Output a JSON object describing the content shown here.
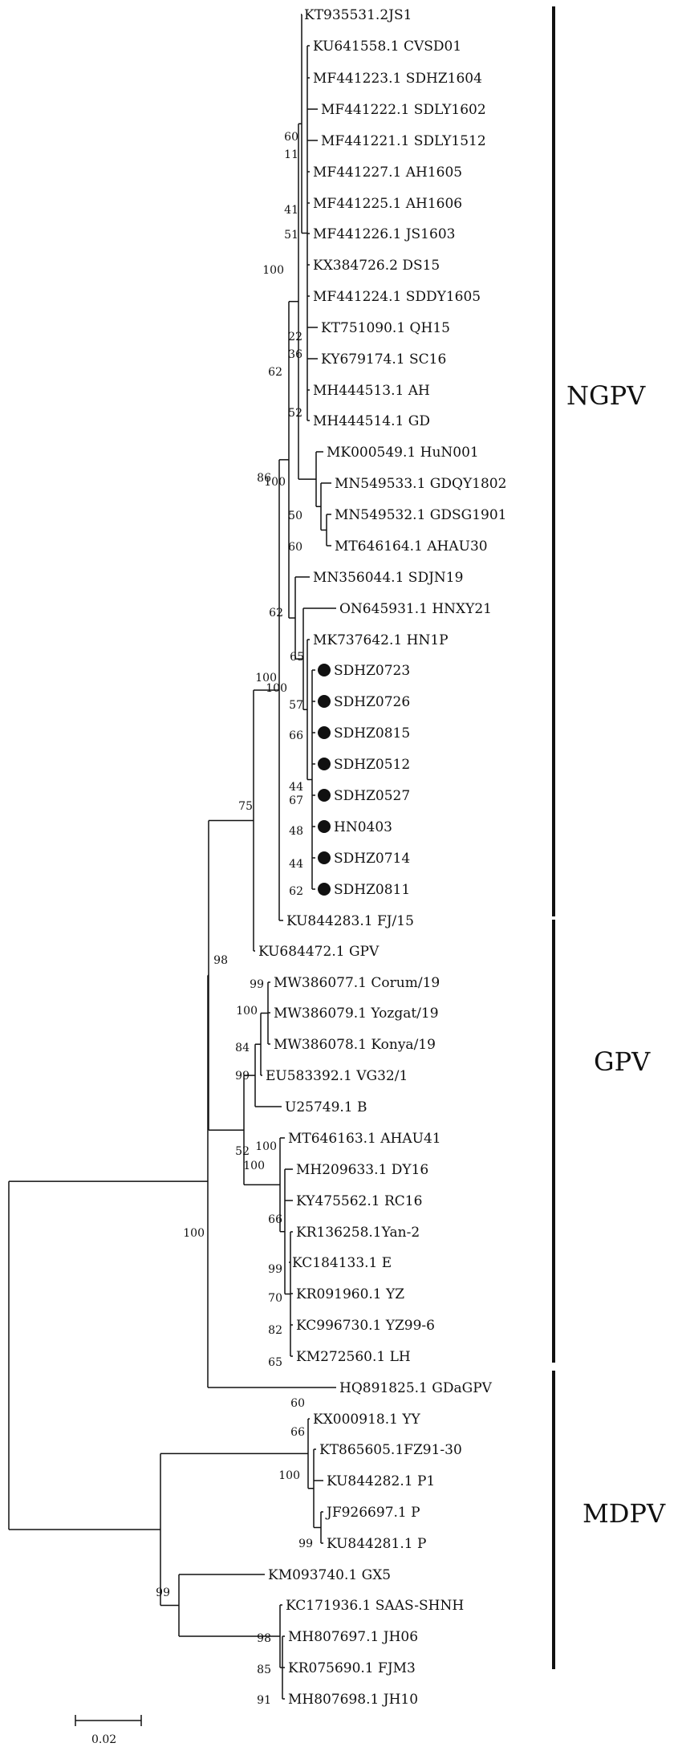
{
  "colors": {
    "ink": "#111111",
    "background": "#ffffff"
  },
  "tree": {
    "taxa": [
      "KT935531.2JS1",
      "KU641558.1 CVSD01",
      "MF441223.1 SDHZ1604",
      "MF441222.1 SDLY1602",
      "MF441221.1 SDLY1512",
      "MF441227.1 AH1605",
      "MF441225.1 AH1606",
      "MF441226.1 JS1603",
      "KX384726.2 DS15",
      "MF441224.1 SDDY1605",
      "KT751090.1 QH15",
      "KY679174.1 SC16",
      "MH444513.1 AH",
      "MH444514.1 GD",
      "MK000549.1 HuN001",
      "MN549533.1 GDQY1802",
      "MN549532.1 GDSG1901",
      "MT646164.1 AHAU30",
      "MN356044.1 SDJN19",
      "ON645931.1 HNXY21",
      "MK737642.1 HN1P",
      "SDHZ0723",
      "SDHZ0726",
      "SDHZ0815",
      "SDHZ0512",
      "SDHZ0527",
      "HN0403",
      "SDHZ0714",
      "SDHZ0811",
      "KU844283.1 FJ/15",
      "KU684472.1 GPV",
      "MW386077.1 Corum/19",
      "MW386079.1 Yozgat/19",
      "MW386078.1 Konya/19",
      "EU583392.1 VG32/1",
      "U25749.1 B",
      "MT646163.1 AHAU41",
      "MH209633.1 DY16",
      "KY475562.1 RC16",
      "KR136258.1Yan-2",
      "KC184133.1 E",
      "KR091960.1 YZ",
      "KC996730.1 YZ99-6",
      "KM272560.1 LH",
      "HQ891825.1 GDaGPV",
      "KX000918.1 YY",
      "KT865605.1FZ91-30",
      "KU844282.1 P1",
      "JF926697.1 P",
      "KU844281.1 P",
      "KM093740.1 GX5",
      "KC171936.1 SAAS-SHNH",
      "MH807697.1 JH06",
      "KR075690.1 FJM3",
      "MH807698.1 JH10"
    ],
    "marked_taxa": [
      "SDHZ0723",
      "SDHZ0726",
      "SDHZ0815",
      "SDHZ0512",
      "SDHZ0527",
      "HN0403",
      "SDHZ0714",
      "SDHZ0811"
    ],
    "bootstrap": [
      "60",
      "11",
      "41",
      "51",
      "100",
      "22",
      "36",
      "62",
      "52",
      "86",
      "100",
      "50",
      "60",
      "62",
      "65",
      "100",
      "57",
      "66",
      "44",
      "67",
      "48",
      "44",
      "62",
      "100",
      "75",
      "98",
      "99",
      "100",
      "84",
      "99",
      "52",
      "100",
      "100",
      "66",
      "99",
      "70",
      "82",
      "65",
      "100",
      "60",
      "66",
      "100",
      "99",
      "99",
      "98",
      "85",
      "91"
    ],
    "clades": [
      "NGPV",
      "GPV",
      "MDPV"
    ],
    "scale_label": "0.02"
  }
}
